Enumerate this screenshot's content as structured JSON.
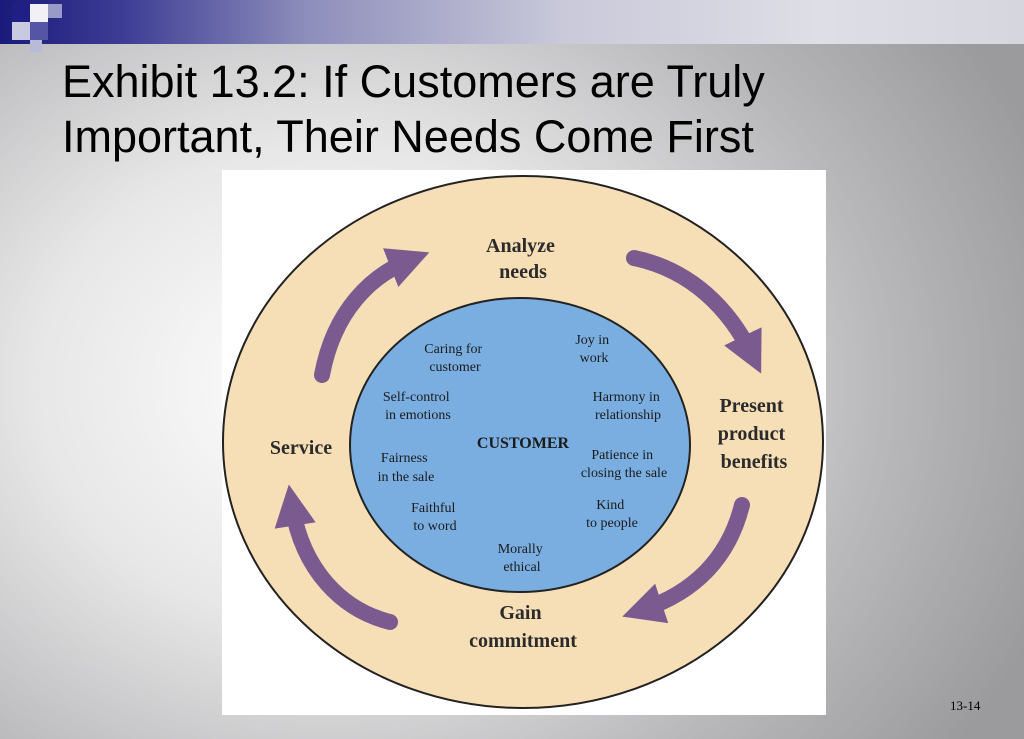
{
  "slide": {
    "title_line1": "Exhibit 13.2: If Customers are Truly",
    "title_line2": "Important, Their Needs Come First",
    "page_number": "13-14"
  },
  "diagram": {
    "outer_steps": [
      {
        "lines": [
          "Analyze",
          "needs"
        ]
      },
      {
        "lines": [
          "Present",
          "product",
          "benefits"
        ]
      },
      {
        "lines": [
          "Gain",
          "commitment"
        ]
      },
      {
        "lines": [
          "Service"
        ]
      }
    ],
    "center_label": "CUSTOMER",
    "inner_values": [
      {
        "lines": [
          "Caring for",
          "customer"
        ]
      },
      {
        "lines": [
          "Joy in",
          "work"
        ]
      },
      {
        "lines": [
          "Self-control",
          "in emotions"
        ]
      },
      {
        "lines": [
          "Harmony in",
          "relationship"
        ]
      },
      {
        "lines": [
          "Fairness",
          "in the sale"
        ]
      },
      {
        "lines": [
          "Patience in",
          "closing the sale"
        ]
      },
      {
        "lines": [
          "Faithful",
          "to word"
        ]
      },
      {
        "lines": [
          "Kind",
          "to people"
        ]
      },
      {
        "lines": [
          "Morally",
          "ethical"
        ]
      }
    ],
    "colors": {
      "outer_ring": "#f6dfb6",
      "inner_circle": "#7aaee0",
      "arrows": "#7b5a8f",
      "outline": "#222222"
    }
  }
}
